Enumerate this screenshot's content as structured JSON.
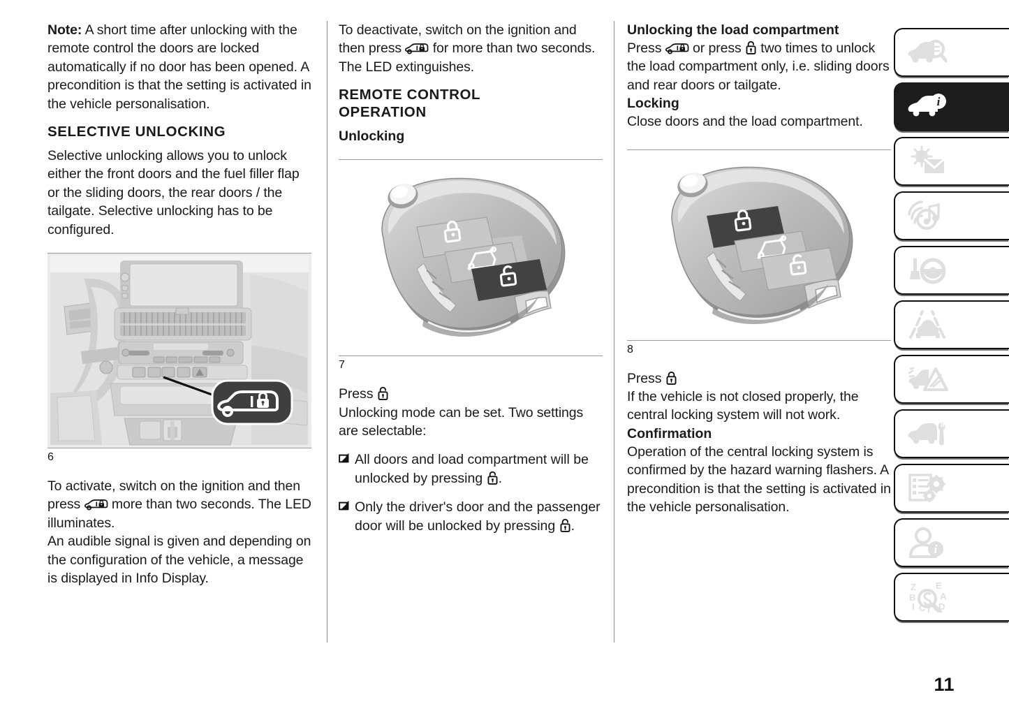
{
  "page": {
    "number": "11",
    "icons": {
      "car_lock": "car-lock-icon",
      "lock": "padlock-closed-icon",
      "unlock": "padlock-open-icon",
      "bullet": "square-bullet-icon"
    }
  },
  "column1": {
    "note_label": "Note:",
    "note_text": " A short time after unlocking with the remote control the doors are locked automatically if no door has been opened. A precondition is that the setting is activated in the vehicle personalisation.",
    "heading": "SELECTIVE UNLOCKING",
    "paragraph": "Selective unlocking allows you to unlock either the front doors and the fuel filler flap or the sliding doors, the rear doors / the tailgate. Selective unlocking has to be configured.",
    "figure": {
      "number": "6",
      "name": "dashboard-illustration",
      "callout": "car-lock-button-callout"
    },
    "activate_part1": "To activate, switch on the ignition and then press ",
    "activate_part2": " more than two seconds. The LED illuminates.",
    "activate_part3": "An audible signal is given and depending on the configuration of the vehicle, a message is displayed in Info Display."
  },
  "column2": {
    "deactivate_part1": "To deactivate, switch on the ignition and then press ",
    "deactivate_part2": " for more than two seconds. The LED extinguishes.",
    "heading": "REMOTE CONTROL OPERATION",
    "subheading": "Unlocking",
    "figure": {
      "number": "7",
      "name": "key-fob-unlocking-illustration",
      "highlighted_button": "unlock-button"
    },
    "press_label": "Press ",
    "press_text": "Unlocking mode can be set. Two settings are selectable:",
    "bullets": [
      {
        "part1": "All doors and load compartment will be unlocked by pressing ",
        "part2": "."
      },
      {
        "part1": "Only the driver's door and the passenger door will be unlocked by pressing ",
        "part2": "."
      }
    ]
  },
  "column3": {
    "heading1": "Unlocking the load compartment",
    "para1_part1": "Press ",
    "para1_part2": " or press ",
    "para1_part3": " two times to unlock the load compartment only, i.e. sliding doors and rear doors or tailgate.",
    "heading2": "Locking",
    "para2": "Close doors and the load compartment.",
    "figure": {
      "number": "8",
      "name": "key-fob-locking-illustration",
      "highlighted_button": "lock-button"
    },
    "press_label": "Press ",
    "para3": "If the vehicle is not closed properly, the central locking system will not work.",
    "heading3": "Confirmation",
    "para4": "Operation of the central locking system is confirmed by the hazard warning flashers. A precondition is that the setting is activated in the vehicle personalisation."
  },
  "sidebar": {
    "active_index": 1,
    "tabs": [
      {
        "name": "tab-at-a-glance",
        "icon": "car-magnifier-icon",
        "active": false
      },
      {
        "name": "tab-vehicle-info",
        "icon": "car-info-icon",
        "active": true
      },
      {
        "name": "tab-lights-visibility",
        "icon": "sun-envelope-icon",
        "active": false
      },
      {
        "name": "tab-infotainment",
        "icon": "wifi-music-icon",
        "active": false
      },
      {
        "name": "tab-driving",
        "icon": "gearstick-steering-icon",
        "active": false
      },
      {
        "name": "tab-driving-assistance",
        "icon": "lane-assist-car-icon",
        "active": false
      },
      {
        "name": "tab-emergency",
        "icon": "car-warning-triangle-icon",
        "active": false
      },
      {
        "name": "tab-maintenance",
        "icon": "car-wrench-icon",
        "active": false
      },
      {
        "name": "tab-technical-data",
        "icon": "list-gears-icon",
        "active": false
      },
      {
        "name": "tab-customer-info",
        "icon": "person-info-icon",
        "active": false
      },
      {
        "name": "tab-index",
        "icon": "alphabet-magnifier-icon",
        "active": false
      }
    ]
  }
}
